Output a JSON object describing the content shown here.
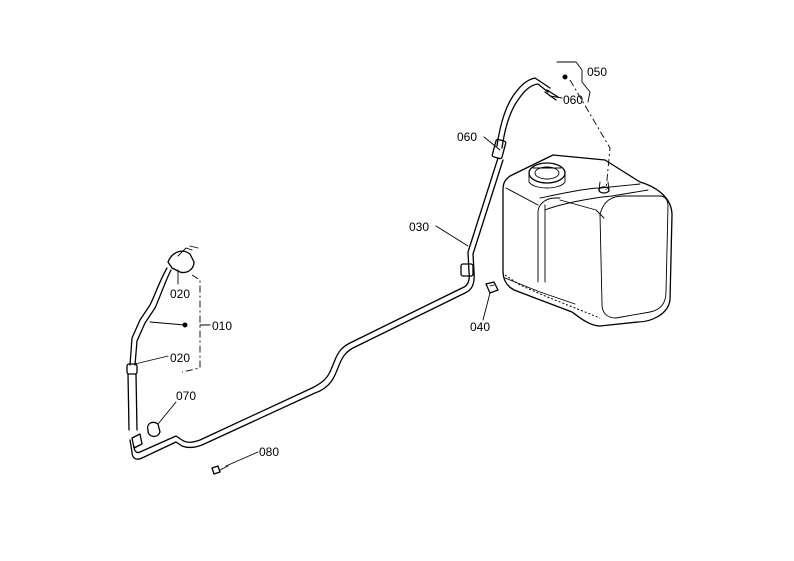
{
  "diagram": {
    "callouts": {
      "c050": "050",
      "c060_top": "060",
      "c060_mid": "060",
      "c030": "030",
      "c040": "040",
      "c020_top": "020",
      "c010": "010",
      "c020_bottom": "020",
      "c070": "070",
      "c080": "080"
    }
  }
}
